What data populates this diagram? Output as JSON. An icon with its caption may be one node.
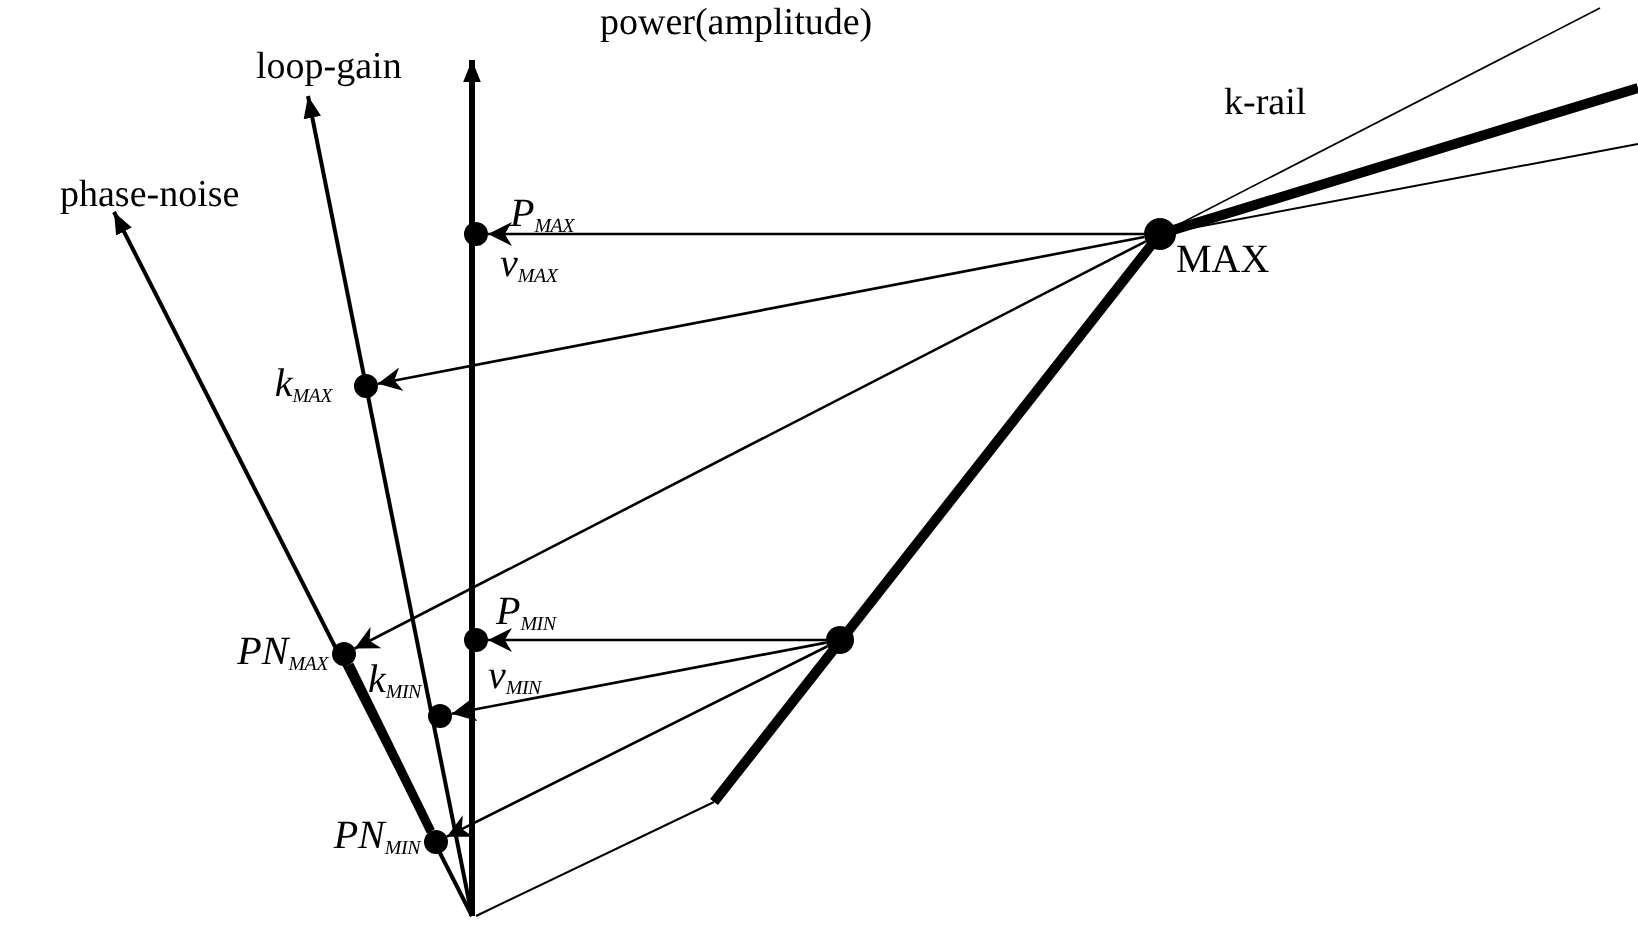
{
  "diagram": {
    "nodes": [
      {
        "text": [],
        "shape": "circle",
        "beside": [
          "MAX"
        ]
      },
      {
        "text": [],
        "shape": "circle"
      },
      {
        "text": [],
        "shape": "circle",
        "beside": [
          "P$_{MAX}$",
          "v$_{MAX}$"
        ]
      },
      {
        "text": [],
        "shape": "circle",
        "beside": [
          "k$_{MAX}$"
        ]
      },
      {
        "text": [],
        "shape": "circle",
        "beside": [
          "PN$_{MAX}$"
        ]
      },
      {
        "text": [],
        "shape": "circle",
        "beside": [
          "P$_{MIN}$",
          "v$_{MIN}$"
        ]
      },
      {
        "text": [],
        "shape": "circle",
        "beside": [
          "k$_{MIN}$"
        ]
      },
      {
        "text": [],
        "shape": "circle",
        "beside": [
          "PN$_{MIN}$"
        ]
      },
      {
        "text": [
          "power(amplitude)"
        ]
      },
      {
        "text": [
          "loop-gain"
        ]
      },
      {
        "text": [
          "phase-noise"
        ]
      }
    ],
    "edges": [
      {
        "from": 0,
        "to": 2,
        "arrow": "to"
      },
      {
        "from": 0,
        "to": 3,
        "arrow": "to"
      },
      {
        "from": 0,
        "to": 4,
        "arrow": "to"
      },
      {
        "from": 1,
        "to": 5,
        "arrow": "to"
      },
      {
        "from": 1,
        "to": 6,
        "arrow": "to"
      },
      {
        "from": 1,
        "to": 7,
        "arrow": "to"
      },
      {
        "from": null,
        "to": 8,
        "arrow": "to",
        "style": "thick"
      },
      {
        "from": null,
        "to": 9,
        "arrow": "to"
      },
      {
        "from": null,
        "to": 10,
        "arrow": "to"
      },
      {
        "from": 4,
        "to": 7,
        "arrow": "none",
        "style": "thick"
      }
    ],
    "labels": [
      "k-rail"
    ]
  }
}
